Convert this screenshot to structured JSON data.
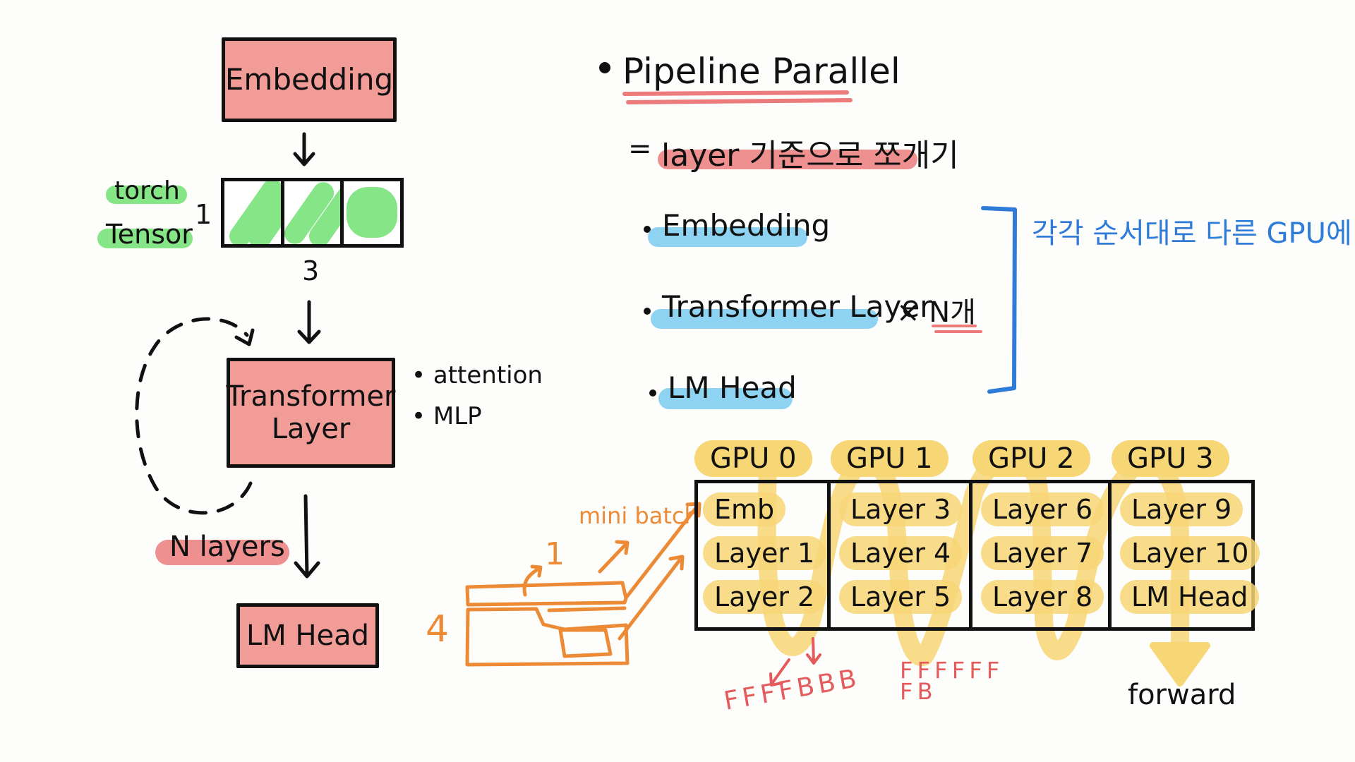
{
  "colors": {
    "box_fill": "#f19c97",
    "red_highlight": "#ec7c7c",
    "green_highlight": "#86e587",
    "blue_highlight": "#8fd3f2",
    "bracket_blue": "#2f7bd8",
    "orange": "#ec8a35",
    "yellow": "#f7d675",
    "red_text": "#e55b5b"
  },
  "left_flow": {
    "embedding_label": "Embedding",
    "tensor_label_top": "torch",
    "tensor_label_bottom": "Tensor",
    "tensor_dim_rows": "1",
    "tensor_dim_cols": "3",
    "transformer_label_line1": "Transformer",
    "transformer_label_line2": "Layer",
    "transformer_notes": [
      "• attention",
      "• MLP"
    ],
    "loop_label": "N layers",
    "lm_head_label": "LM Head"
  },
  "right_notes": {
    "title": "Pipeline Parallel",
    "definition_prefix": "=",
    "definition": "layer 기준으로 쪼개기",
    "items": [
      {
        "label": "Embedding"
      },
      {
        "label": "Transformer Layer"
      },
      {
        "label": "LM Head"
      }
    ],
    "multiplier": "× N개",
    "bracket_note": "각각 순서대로 다른 GPU에."
  },
  "batch": {
    "label": "mini batch",
    "split_count": "1",
    "total_count": "4"
  },
  "gpu_table": {
    "columns": [
      {
        "gpu": "GPU 0",
        "items": [
          "Emb",
          "Layer 1",
          "Layer 2"
        ]
      },
      {
        "gpu": "GPU 1",
        "items": [
          "Layer 3",
          "Layer 4",
          "Layer 5"
        ]
      },
      {
        "gpu": "GPU 2",
        "items": [
          "Layer 6",
          "Layer 7",
          "Layer 8"
        ]
      },
      {
        "gpu": "GPU 3",
        "items": [
          "Layer 9",
          "Layer 10",
          "LM Head"
        ]
      }
    ],
    "direction_label": "forward"
  },
  "scribbles": {
    "group1": "F F F F B B B",
    "group2": "F F F F F F F B"
  }
}
